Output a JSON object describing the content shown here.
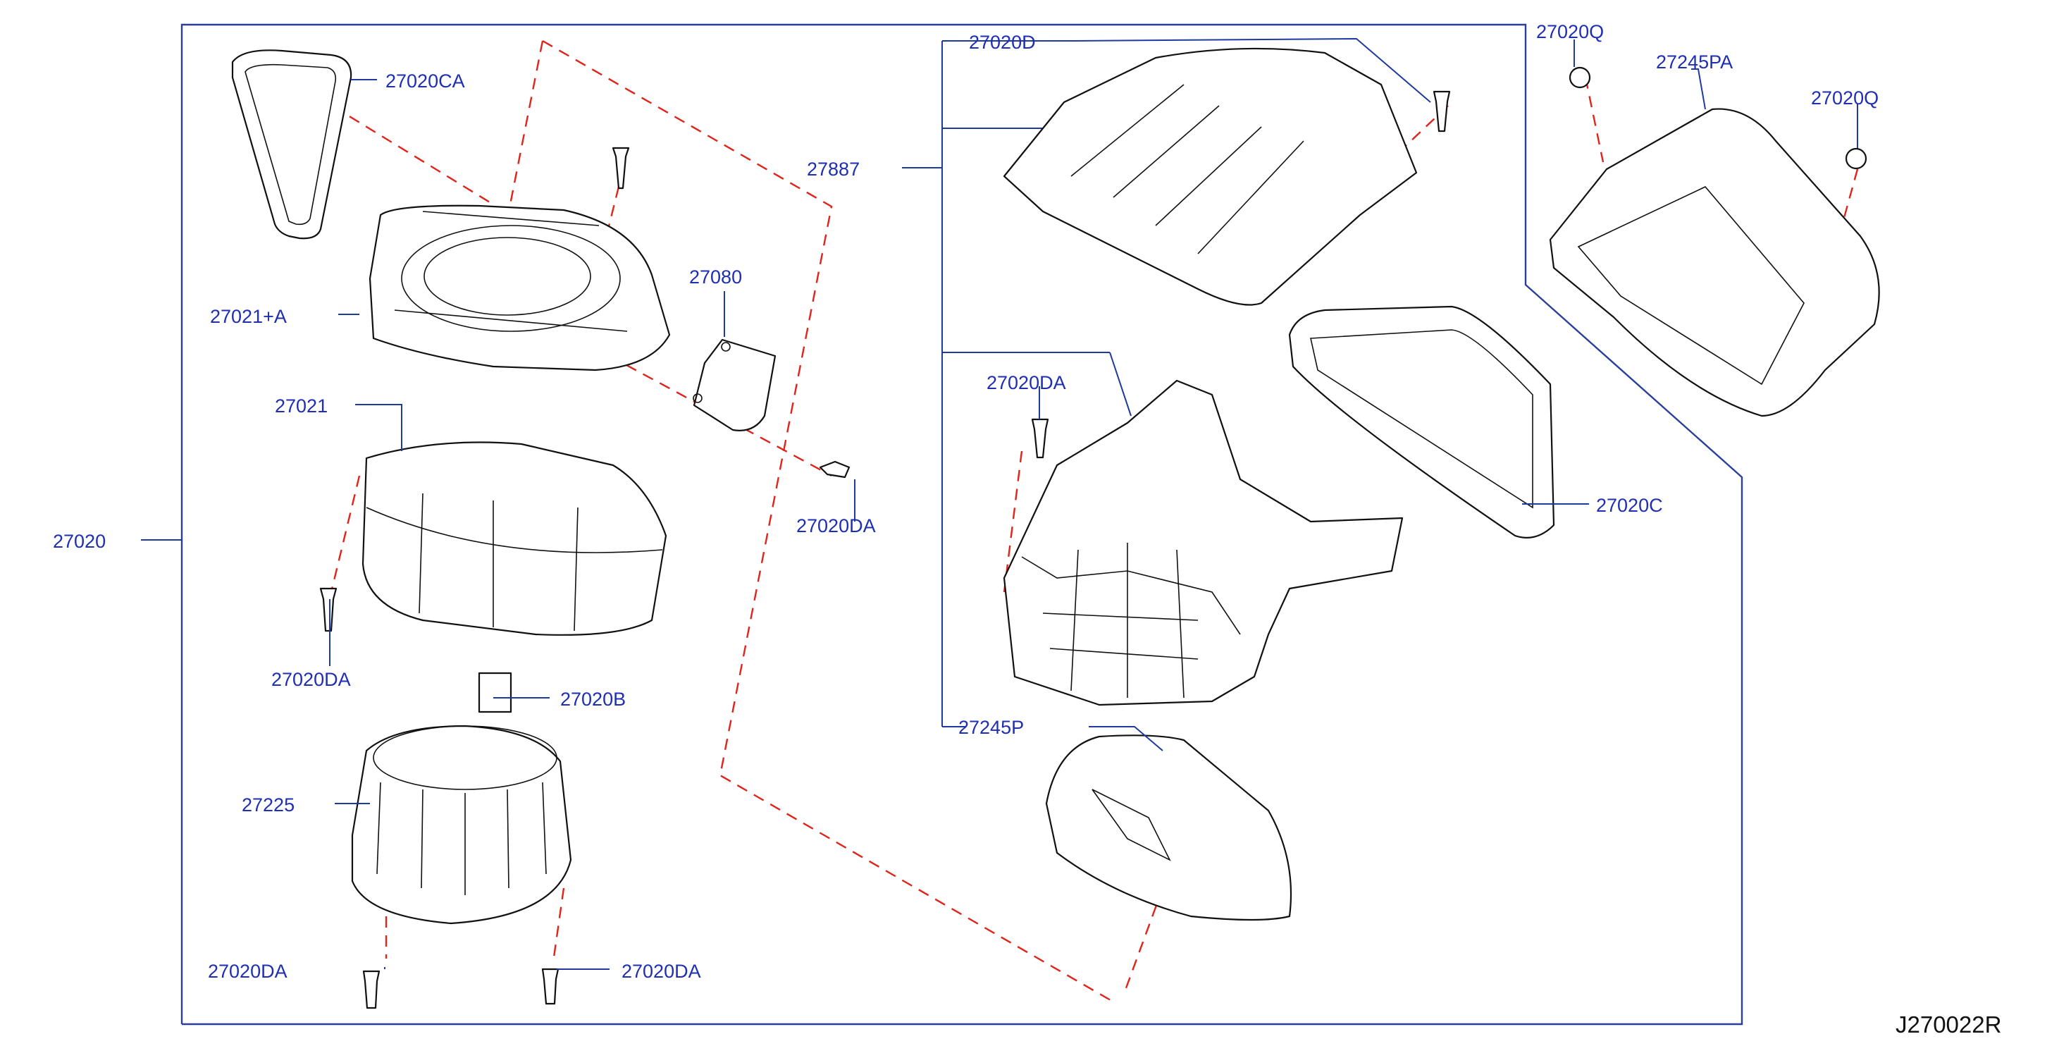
{
  "diagram_code": "J270022R",
  "parts": [
    {
      "id": "p1",
      "label": "27020CA"
    },
    {
      "id": "p2",
      "label": "27021+A"
    },
    {
      "id": "p3",
      "label": "27080"
    },
    {
      "id": "p4",
      "label": "27887"
    },
    {
      "id": "p5",
      "label": "27021"
    },
    {
      "id": "p6",
      "label": "27020"
    },
    {
      "id": "p7",
      "label": "27020DA"
    },
    {
      "id": "p8",
      "label": "27020B"
    },
    {
      "id": "p9",
      "label": "27225"
    },
    {
      "id": "p10",
      "label": "27020DA"
    },
    {
      "id": "p11",
      "label": "27020DA"
    },
    {
      "id": "p12",
      "label": "27020D"
    },
    {
      "id": "p13",
      "label": "27020DA"
    },
    {
      "id": "p14",
      "label": "27245P"
    },
    {
      "id": "p15",
      "label": "27020Q"
    },
    {
      "id": "p16",
      "label": "27245PA"
    },
    {
      "id": "p17",
      "label": "27020Q"
    },
    {
      "id": "p18",
      "label": "27020C"
    },
    {
      "id": "p19",
      "label": "27020DA"
    }
  ],
  "colors": {
    "label": "#1f2fb4",
    "leader": "#1f3a9e",
    "dashed": "#e0241b",
    "linework": "#111111"
  }
}
